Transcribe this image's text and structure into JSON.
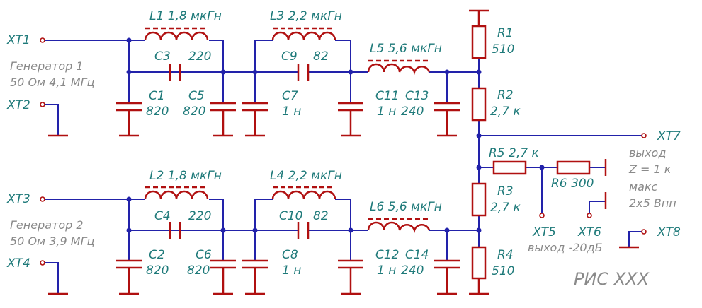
{
  "colors": {
    "wire": "#2222aa",
    "component": "#b01010",
    "label": "#1f7a7a",
    "note": "#8a8a8a"
  },
  "labels": {
    "xt1": "XT1",
    "xt2": "XT2",
    "xt3": "XT3",
    "xt4": "XT4",
    "xt5": "XT5",
    "xt6": "XT6",
    "xt7": "XT7",
    "xt8": "XT8",
    "l1": "L1 1,8 мкГн",
    "l2": "L2 1,8 мкГн",
    "l3": "L3 2,2 мкГн",
    "l4": "L4 2,2 мкГн",
    "l5": "L5 5,6 мкГн",
    "l6": "L6 5,6 мкГн",
    "c3": "C3",
    "c3v": "220",
    "c4": "C4",
    "c4v": "220",
    "c9": "C9",
    "c9v": "82",
    "c10": "C10",
    "c10v": "82",
    "c1": "C1",
    "c1v": "820",
    "c5": "C5",
    "c5v": "820",
    "c2": "C2",
    "c2v": "820",
    "c6": "C6",
    "c6v": "820",
    "c7": "C7",
    "c7v": "1 н",
    "c8": "C8",
    "c8v": "1 н",
    "c11": "C11",
    "c11v": "1 н",
    "c13": "C13",
    "c13v": "240",
    "c12": "C12",
    "c12v": "1 н",
    "c14": "C14",
    "c14v": "240",
    "r1": "R1",
    "r1v": "510",
    "r2": "R2",
    "r2v": "2,7 к",
    "r3": "R3",
    "r3v": "2,7 к",
    "r4": "R4",
    "r4v": "510",
    "r5": "R5 2,7 к",
    "r6": "R6 300",
    "gen1_line1": "Генератор 1",
    "gen1_line2": "50 Ом 4,1 МГц",
    "gen2_line1": "Генератор 2",
    "gen2_line2": "50 Ом 3,9 МГц",
    "out_line1": "выход",
    "out_line2": "Z = 1 к",
    "out_line3": "макс",
    "out_line4": "2x5 Впп",
    "out2": "выход -20дБ",
    "fig": "РИС XXX"
  }
}
